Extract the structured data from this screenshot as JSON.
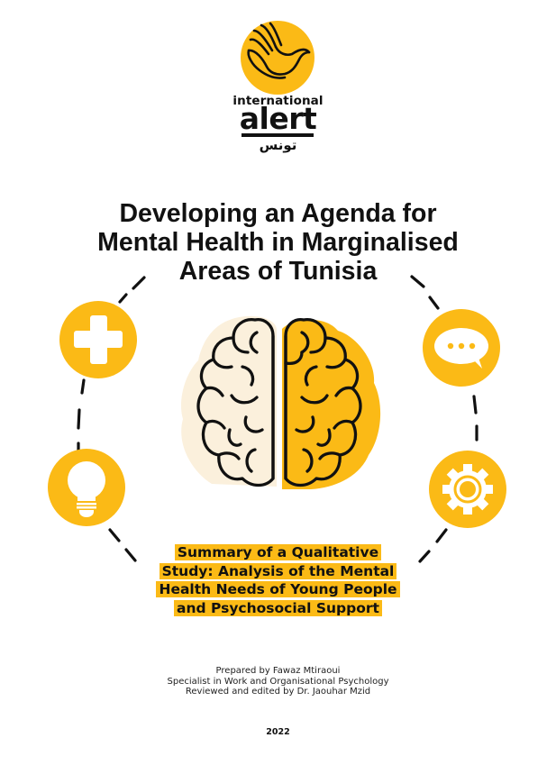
{
  "logo": {
    "icon": "dove-hand-icon",
    "name_top": "international",
    "name_main": "alert",
    "name_arabic": "تونس"
  },
  "title": {
    "lines": [
      "Developing an Agenda for",
      "Mental Health in Marginalised",
      "Areas of Tunisia"
    ]
  },
  "illustration": {
    "center": "brain-icon",
    "icons": [
      "medical-cross-icon",
      "speech-bubble-icon",
      "lightbulb-icon",
      "gear-icon"
    ]
  },
  "subtitle": {
    "lines": [
      "Summary of a Qualitative",
      "Study: Analysis of the Mental",
      "Health Needs of Young People",
      "and Psychosocial Support"
    ]
  },
  "credits": {
    "lines": [
      "Prepared by Fawaz Mtiraoui",
      "Specialist in Work and Organisational Psychology",
      "Reviewed and edited by Dr. Jaouhar Mzid"
    ]
  },
  "year": "2022",
  "colors": {
    "accent": "#FBBA16",
    "brain_left": "#FBF0DC",
    "text": "#111111"
  }
}
